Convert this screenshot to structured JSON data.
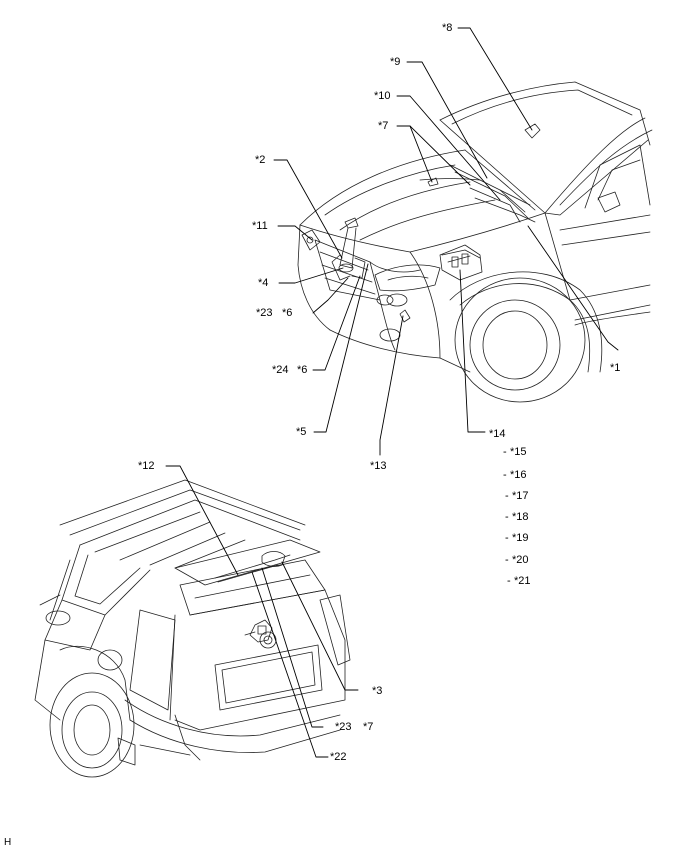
{
  "labels": {
    "l1": "*1",
    "l2": "*2",
    "l3": "*3",
    "l4": "*4",
    "l5": "*5",
    "l6a": "*6",
    "l6b": "*6",
    "l7a": "*7",
    "l7b": "*7",
    "l8": "*8",
    "l9": "*9",
    "l10": "*10",
    "l11": "*11",
    "l12": "*12",
    "l13": "*13",
    "l14": "*14",
    "l15": "*15",
    "l16": "*16",
    "l17": "*17",
    "l18": "*18",
    "l19": "*19",
    "l20": "*20",
    "l21": "*21",
    "l22": "*22",
    "l23a": "*23",
    "l23b": "*23",
    "l24": "*24",
    "dash": "-",
    "corner": "H"
  }
}
